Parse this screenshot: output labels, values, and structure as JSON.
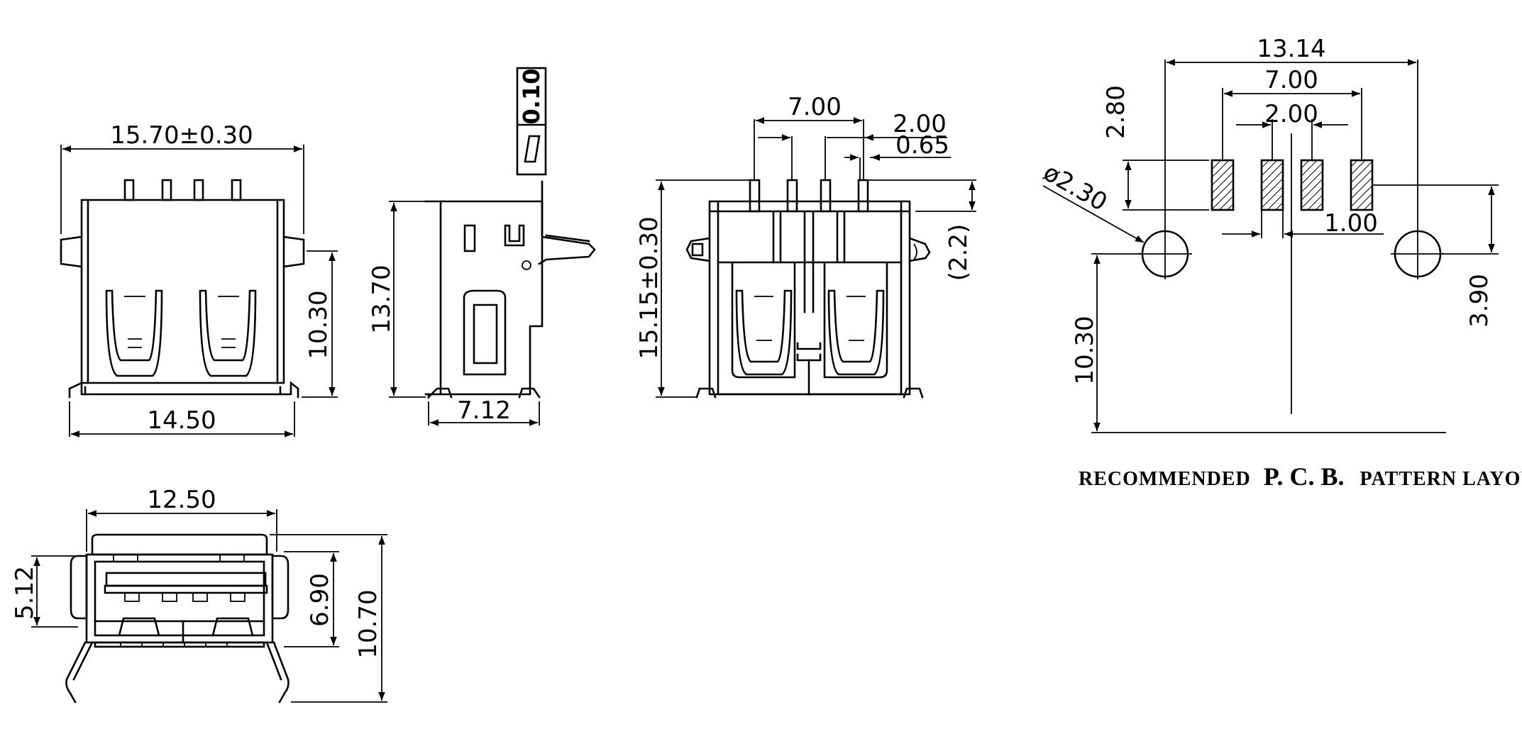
{
  "front_view": {
    "width_top": "15.70±0.30",
    "width_bottom": "14.50",
    "height_right": "10.30"
  },
  "side_view": {
    "height": "13.70",
    "depth": "7.12",
    "tolerance_value": "0.10"
  },
  "rear_view": {
    "pin_span": "7.00",
    "pin_pitch": "2.00",
    "pin_width": "0.65",
    "height": "15.15±0.30",
    "offset": "(2.2)"
  },
  "bottom_view": {
    "width": "12.50",
    "left_height": "5.12",
    "inner_height": "6.90",
    "total_height": "10.70"
  },
  "pcb_layout": {
    "hole_span": "13.14",
    "pad_span": "7.00",
    "pad_pitch": "2.00",
    "pad_height": "2.80",
    "hole_diameter": "ø2.30",
    "pad_width": "1.00",
    "pad_to_hole": "3.90",
    "hole_to_edge": "10.30",
    "caption_prefix": "RECOMMENDED",
    "caption_pcb": "P. C. B.",
    "caption_suffix": "PATTERN  LAYOUT"
  }
}
